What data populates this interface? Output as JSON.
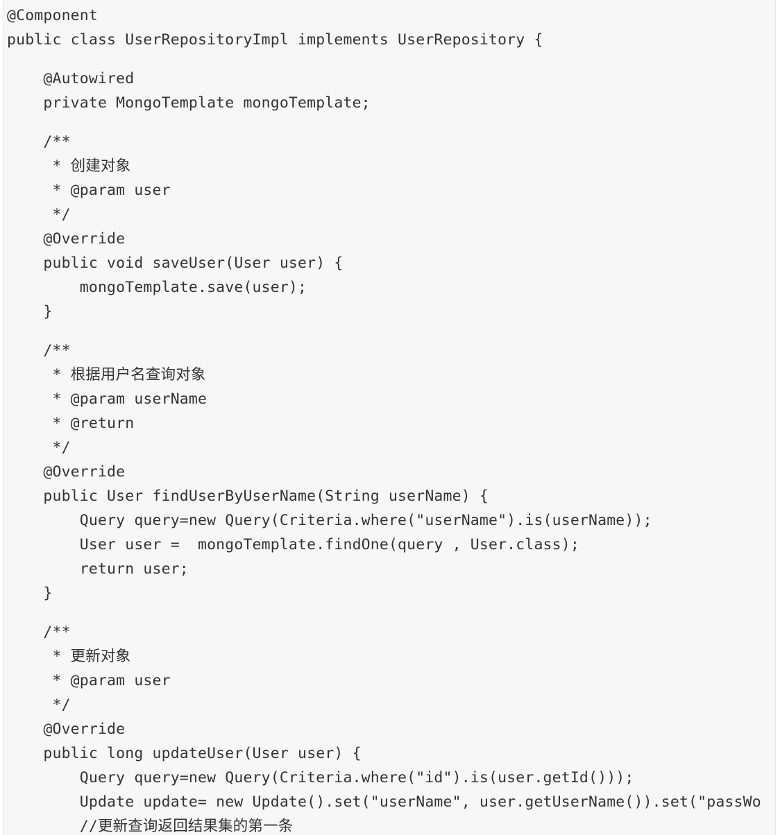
{
  "code": {
    "lines": [
      "@Component",
      "public class UserRepositoryImpl implements UserRepository {",
      "",
      "    @Autowired",
      "    private MongoTemplate mongoTemplate;",
      "",
      "    /**",
      "     * 创建对象",
      "     * @param user",
      "     */",
      "    @Override",
      "    public void saveUser(User user) {",
      "        mongoTemplate.save(user);",
      "    }",
      "",
      "    /**",
      "     * 根据用户名查询对象",
      "     * @param userName",
      "     * @return",
      "     */",
      "    @Override",
      "    public User findUserByUserName(String userName) {",
      "        Query query=new Query(Criteria.where(\"userName\").is(userName));",
      "        User user =  mongoTemplate.findOne(query , User.class);",
      "        return user;",
      "    }",
      "",
      "    /**",
      "     * 更新对象",
      "     * @param user",
      "     */",
      "    @Override",
      "    public long updateUser(User user) {",
      "        Query query=new Query(Criteria.where(\"id\").is(user.getId()));",
      "        Update update= new Update().set(\"userName\", user.getUserName()).set(\"passWo",
      "        //更新查询返回结果集的第一条"
    ]
  }
}
